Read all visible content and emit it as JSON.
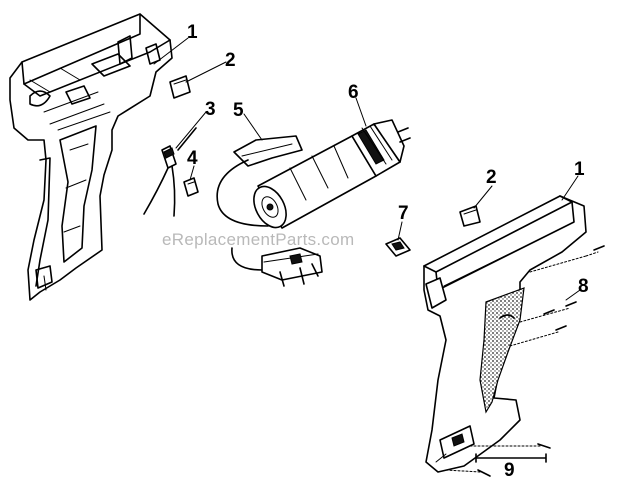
{
  "watermark": "eReplacementParts.com",
  "callouts": [
    {
      "id": "c1a",
      "text": "1"
    },
    {
      "id": "c2a",
      "text": "2"
    },
    {
      "id": "c3",
      "text": "3"
    },
    {
      "id": "c4",
      "text": "4"
    },
    {
      "id": "c5",
      "text": "5"
    },
    {
      "id": "c6",
      "text": "6"
    },
    {
      "id": "c7",
      "text": "7"
    },
    {
      "id": "c2b",
      "text": "2"
    },
    {
      "id": "c1b",
      "text": "1"
    },
    {
      "id": "c8",
      "text": "8"
    },
    {
      "id": "c9",
      "text": "9"
    }
  ]
}
